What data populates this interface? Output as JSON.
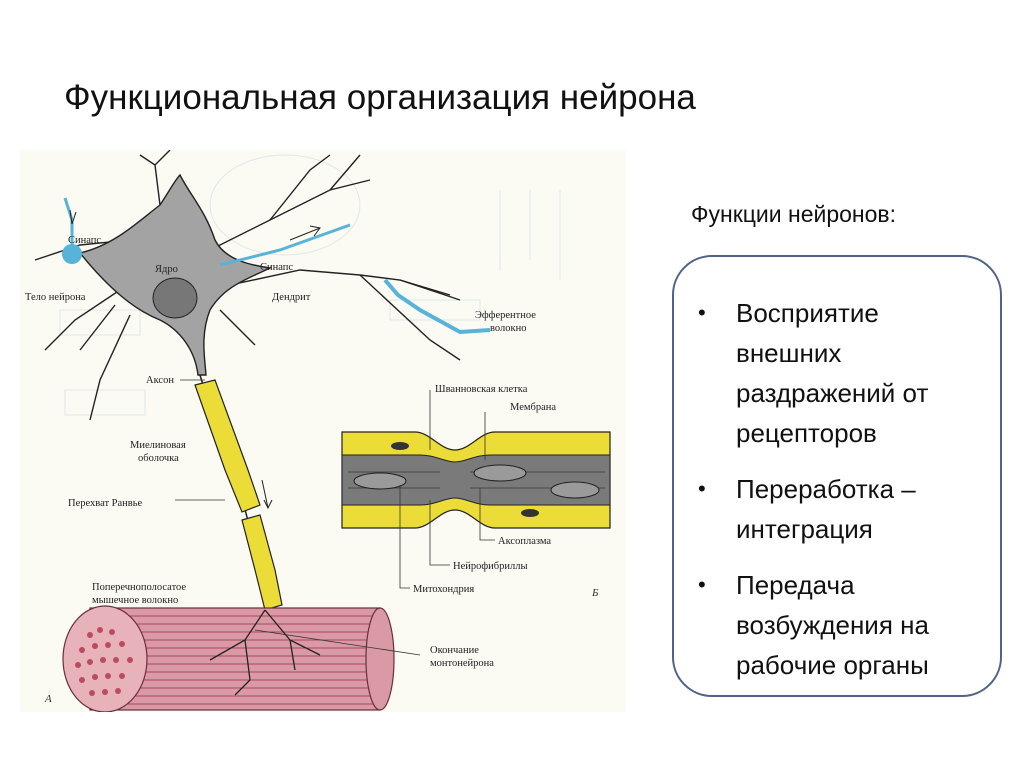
{
  "slide": {
    "title": "Функциональная организация нейрона"
  },
  "figure": {
    "labels": {
      "synapse_top": "Синапс",
      "neuron_body": "Тело нейрона",
      "nucleus": "Ядро",
      "synapse_right": "Синапс",
      "dendrite": "Дендрит",
      "efferent_fiber_line1": "Эфферентное",
      "efferent_fiber_line2": "волокно",
      "axon": "Аксон",
      "myelin_line1": "Миелиновая",
      "myelin_line2": "оболочка",
      "ranvier": "Перехват Ранвье",
      "muscle_line1": "Поперечнополосатое",
      "muscle_line2": "мышечное волокно",
      "schwann": "Шванновская клетка",
      "membrane": "Мембрана",
      "axoplasm": "Аксоплазма",
      "neurofibrils": "Нейрофибриллы",
      "mitochondria": "Митохондрия",
      "ending_line1": "Окончание",
      "ending_line2": "монтонейрона",
      "letter_a": "А",
      "letter_b": "Б"
    }
  },
  "functions": {
    "heading": "Функции нейронов:",
    "items": [
      {
        "lines": [
          "Восприятие",
          "внешних",
          "раздражений от",
          "рецепторов"
        ]
      },
      {
        "lines": [
          "Переработка –",
          "интеграция"
        ]
      },
      {
        "lines": [
          "Передача",
          "возбуждения на",
          "рабочие органы"
        ]
      }
    ]
  },
  "colors": {
    "neuron_body": "#a3a3a3",
    "myelin": "#ecdc38",
    "efferent_fiber": "#57b4d8",
    "muscle_fiber": "#d99aa6",
    "box_border": "#4e6387"
  }
}
